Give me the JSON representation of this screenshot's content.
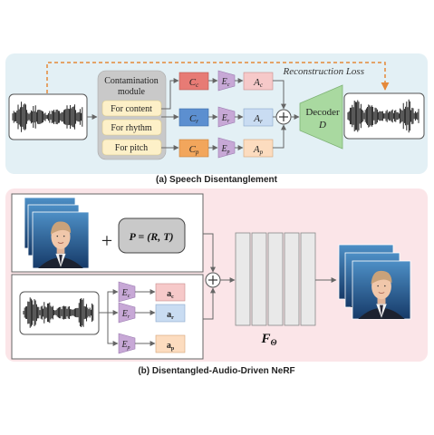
{
  "panel_a": {
    "reconstruction_loss": "Reconstruction Loss",
    "contamination": {
      "title_line1": "Contamination",
      "title_line2": "module",
      "items": [
        "For content",
        "For rhythm",
        "For pitch"
      ]
    },
    "codes": [
      {
        "c_base": "C",
        "c_sub": "c",
        "e_base": "E",
        "e_sub": "c",
        "a_base": "A",
        "a_sub": "c"
      },
      {
        "c_base": "C",
        "c_sub": "r",
        "e_base": "E",
        "e_sub": "r",
        "a_base": "A",
        "a_sub": "r"
      },
      {
        "c_base": "C",
        "c_sub": "p",
        "e_base": "E",
        "e_sub": "p",
        "a_base": "A",
        "a_sub": "p"
      }
    ],
    "decoder_label": "Decoder",
    "decoder_symbol": "D",
    "caption": "(a) Speech Disentanglement"
  },
  "panel_b": {
    "plus": "+",
    "pose_formula": "P = (R, T)",
    "encoders": [
      {
        "e_base": "E",
        "e_sub": "c",
        "a_base": "a",
        "a_sub": "c"
      },
      {
        "e_base": "E",
        "e_sub": "r",
        "a_base": "a",
        "a_sub": "r"
      },
      {
        "e_base": "E",
        "e_sub": "p",
        "a_base": "a",
        "a_sub": "p"
      }
    ],
    "network_base": "F",
    "network_sub": "Θ",
    "caption": "(b) Disentangled-Audio-Driven NeRF"
  },
  "colors": {
    "panel_a_bg": "#e3f0f5",
    "panel_b_bg": "#fbe5e8",
    "content": "#e77b75",
    "rhythm": "#5c8fd0",
    "pitch": "#f2a65c",
    "encoder": "#c7a8d6",
    "decoder": "#a9d9a0",
    "loss_arrow": "#e5893a"
  }
}
